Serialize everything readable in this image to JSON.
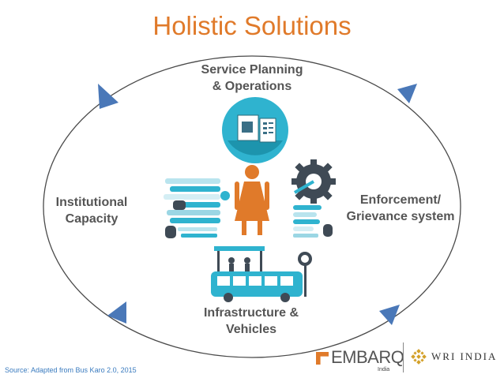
{
  "title": "Holistic Solutions",
  "labels": {
    "top": [
      "Service Planning",
      "& Operations"
    ],
    "left": [
      "Institutional",
      "Capacity"
    ],
    "right": [
      "Enforcement/",
      "Grievance system"
    ],
    "bottom": [
      "Infrastructure &",
      "Vehicles"
    ]
  },
  "source": "Source: Adapted from Bus Karo 2.0, 2015",
  "logos": {
    "embarq": "EMBARQ",
    "embarq_sub": "India",
    "wri": "WRI INDIA"
  },
  "colors": {
    "title": "#e07a2a",
    "arrow": "#4a78b8",
    "teal": "#2fb3cf",
    "woman": "#e07a2a",
    "text": "#555555"
  },
  "icons": [
    "document-icon",
    "woman-icon",
    "gear-icon",
    "bus-icon",
    "bus-stop-icon"
  ]
}
